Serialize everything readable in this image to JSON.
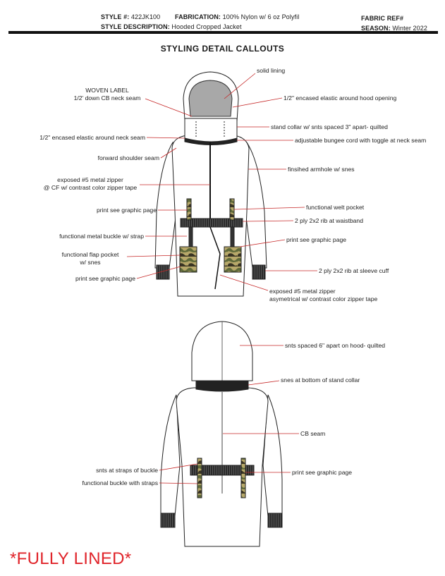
{
  "header": {
    "style_no_label": "STYLE #:",
    "style_no": "422JK100",
    "fabrication_label": "FABRICATION:",
    "fabrication": "100% Nylon w/ 6 oz Polyfil",
    "fabric_ref_label": "FABRIC REF#",
    "style_desc_label": "STYLE DESCRIPTION:",
    "style_desc": "Hooded Cropped Jacket",
    "season_label": "SEASON:",
    "season": "Winter 2022"
  },
  "title": "STYLING DETAIL CALLOUTS",
  "front_callouts": {
    "solid_lining": "solid lining",
    "woven_label_1": "WOVEN LABEL",
    "woven_label_2": "1/2' down CB neck seam",
    "hood_elastic": "1/2\" encased elastic around hood opening",
    "stand_collar": "stand collar w/ snts spaced 3\" apart- quilted",
    "neck_elastic": "1/2\" encased elastic around neck seam",
    "bungee": "adjustable bungee cord with toggle at neck seam",
    "shoulder": "forward shoulder seam",
    "armhole": "finsihed armhole w/ snes",
    "zipper_1": "exposed #5 metal zipper",
    "zipper_2": "@ CF w/ contrast color zipper tape",
    "graphic_1": "print see graphic page",
    "welt": "functional welt pocket",
    "waistband": "2 ply 2x2 rib at waistband",
    "buckle": "functional metal buckle w/ strap",
    "graphic_2": "print see graphic page",
    "flap_1": "functional flap pocket",
    "flap_2": "w/ snes",
    "cuff": "2 ply 2x2 rib at sleeve cuff",
    "graphic_3": "print see graphic page",
    "asym_1": "exposed #5 metal zipper",
    "asym_2": "asymetrical w/ contrast color zipper tape"
  },
  "back_callouts": {
    "hood_snts": "snts spaced 6\" apart on hood- quilted",
    "collar_snes": "snes at bottom of stand collar",
    "cb_seam": "CB seam",
    "strap_snts": "snts at straps of buckle",
    "graphic": "print see graphic page",
    "buckle": "functional buckle with straps"
  },
  "footer_note": "*FULLY LINED*",
  "colors": {
    "callout_line": "#c62828",
    "footer_note": "#e0242a",
    "rib": "#2b2b2b",
    "lining": "#a8a8a8"
  }
}
